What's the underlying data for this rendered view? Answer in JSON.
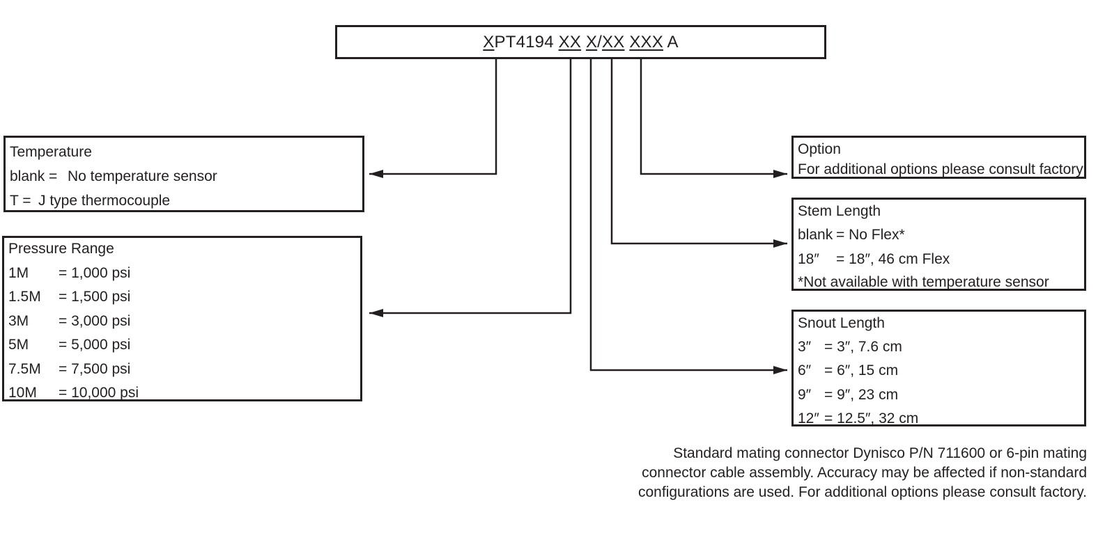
{
  "part_code": {
    "segments": [
      {
        "text": "X",
        "underline": true
      },
      {
        "text": "PT4194",
        "underline": false
      },
      {
        "text": " ",
        "underline": false
      },
      {
        "text": "XX",
        "underline": true
      },
      {
        "text": " ",
        "underline": false
      },
      {
        "text": "X",
        "underline": true
      },
      {
        "text": "/",
        "underline": false
      },
      {
        "text": "XX",
        "underline": true
      },
      {
        "text": " ",
        "underline": false
      },
      {
        "text": "XXX",
        "underline": true
      },
      {
        "text": " A",
        "underline": false
      }
    ]
  },
  "temperature": {
    "title": "Temperature",
    "rows": [
      {
        "code": "blank =",
        "desc": "No temperature sensor"
      },
      {
        "code": "T  =",
        "desc": "J type thermocouple"
      }
    ]
  },
  "pressure": {
    "title": "Pressure Range",
    "rows": [
      {
        "code": "1M",
        "desc": "= 1,000 psi"
      },
      {
        "code": "1.5M",
        "desc": "= 1,500 psi"
      },
      {
        "code": "3M",
        "desc": "= 3,000 psi"
      },
      {
        "code": "5M",
        "desc": "= 5,000 psi"
      },
      {
        "code": "7.5M",
        "desc": "= 7,500 psi"
      },
      {
        "code": "10M",
        "desc": "= 10,000 psi"
      }
    ]
  },
  "option": {
    "title": "Option",
    "rows": [
      {
        "code": "",
        "desc": "For additional options please consult factory"
      }
    ]
  },
  "stem": {
    "title": "Stem Length",
    "rows": [
      {
        "code": "blank",
        "desc": "= No Flex*"
      },
      {
        "code": "18″",
        "desc": "= 18″, 46 cm Flex"
      },
      {
        "code": "",
        "desc": "*Not available with temperature sensor"
      }
    ]
  },
  "snout": {
    "title": "Snout Length",
    "rows": [
      {
        "code": "3″",
        "desc": "= 3″, 7.6 cm"
      },
      {
        "code": "6″",
        "desc": "= 6″, 15 cm"
      },
      {
        "code": "9″",
        "desc": "= 9″, 23 cm"
      },
      {
        "code": "12″",
        "desc": "= 12.5″, 32 cm"
      }
    ]
  },
  "note": {
    "lines": [
      "Standard mating connector Dynisco P/N 711600 or 6-pin mating",
      "connector cable assembly. Accuracy may be affected if non-standard",
      "configurations are used. For additional options please consult factory."
    ]
  }
}
